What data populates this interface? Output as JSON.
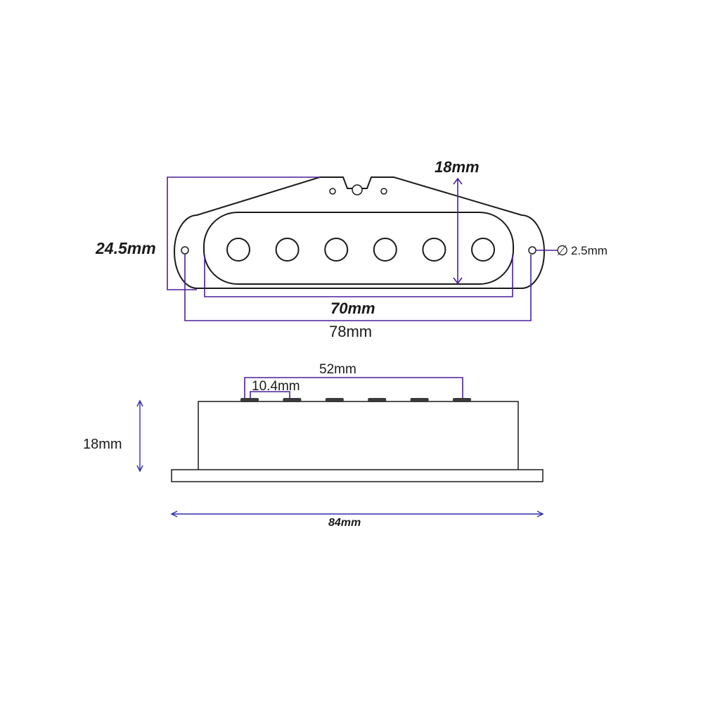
{
  "top_view": {
    "width_label": "24.5mm",
    "height_label": "18mm",
    "hole_diameter_label": "2.5mm",
    "hole_diameter_symbol": "∅",
    "bobbin_length_label": "70mm",
    "hole_spacing_label": "78mm",
    "pole_count": 6
  },
  "side_view": {
    "pole_span_label": "52mm",
    "pole_pitch_label": "10.4mm",
    "height_label": "18mm",
    "base_length_label": "84mm"
  },
  "colors": {
    "dimension_line": "#4b1f9a",
    "dimension_line_side": "#2e2ea8",
    "outline": "#1a1a1a"
  }
}
